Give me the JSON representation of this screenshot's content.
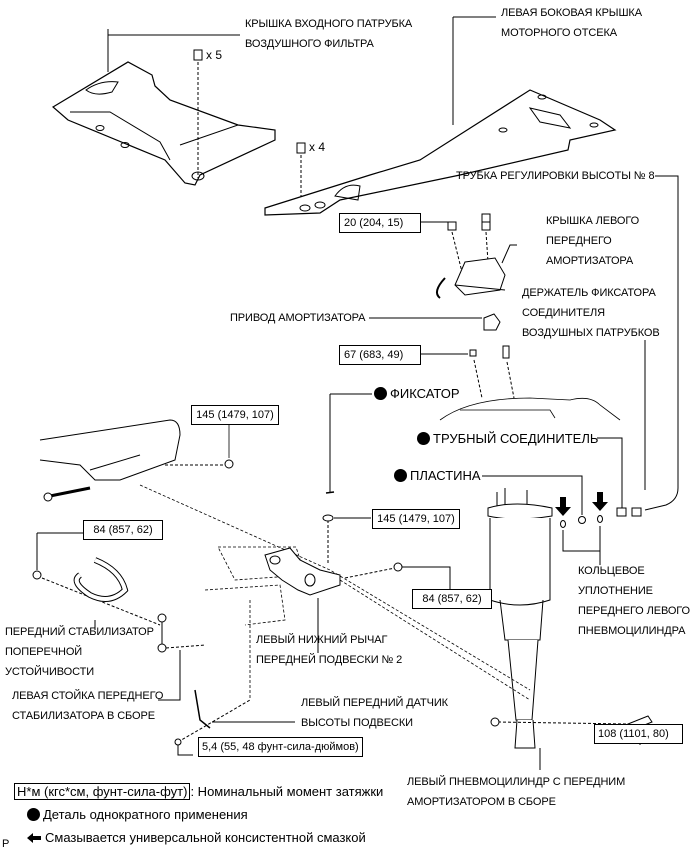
{
  "diagram": {
    "labels": {
      "air_filter_inlet_cover": [
        "КРЫШКА ВХОДНОГО ПАТРУБКА",
        "ВОЗДУШНОГО ФИЛЬТРА"
      ],
      "engine_room_side_cover_lh": [
        "ЛЕВАЯ БОКОВАЯ КРЫШКА",
        "МОТОРНОГО ОТСЕКА"
      ],
      "height_control_tube_no8": [
        "ТРУБКА РЕГУЛИРОВКИ ВЫСОТЫ № 8"
      ],
      "front_shock_cover_lh": [
        "КРЫШКА ЛЕВОГО",
        "ПЕРЕДНЕГО",
        "АМОРТИЗАТОРА"
      ],
      "shock_actuator": [
        "ПРИВОД АМОРТИЗАТОРА"
      ],
      "air_tube_connector_clip_holder": [
        "ДЕРЖАТЕЛЬ ФИКСАТОРА",
        "СОЕДИНИТЕЛЯ",
        "ВОЗДУШНЫХ ПАТРУБКОВ"
      ],
      "front_stabilizer_bar": [
        "ПЕРЕДНИЙ СТАБИЛИЗАТОР",
        "ПОПЕРЕЧНОЙ",
        "УСТОЙЧИВОСТИ"
      ],
      "stabilizer_link_lh": [
        "ЛЕВАЯ СТОЙКА ПЕРЕДНЕГО",
        "СТАБИЛИЗАТОРА В СБОРЕ"
      ],
      "lower_arm_no2_lh": [
        "ЛЕВЫЙ НИЖНИЙ РЫЧАГ",
        "ПЕРЕДНЕЙ ПОДВЕСКИ № 2"
      ],
      "height_sensor_lh": [
        "ЛЕВЫЙ ПЕРЕДНИЙ ДАТЧИК",
        "ВЫСОТЫ ПОДВЕСКИ"
      ],
      "o_ring": [
        "КОЛЬЦЕВОЕ",
        "УПЛОТНЕНИЕ",
        "ПЕРЕДНЕГО ЛЕВОГО",
        "ПНЕВМОЦИЛИНДРА"
      ],
      "air_cylinder_assembly_lh": [
        "ЛЕВЫЙ ПНЕВМОЦИЛИНДР С ПЕРЕДНИМ",
        "АМОРТИЗАТОРОМ В СБОРЕ"
      ]
    },
    "non_reusable_parts": {
      "clip": "ФИКСАТОР",
      "tube_joint": "ТРУБНЫЙ СОЕДИНИТЕЛЬ",
      "plate": "ПЛАСТИНА"
    },
    "quantities": {
      "clip_x5": "x 5",
      "clip_x4": "x 4"
    },
    "torque_specs": {
      "shock_cover_nut": "20 (204, 15)",
      "upper_support_nut": "67 (683, 49)",
      "crossmember_nut": "145 (1479, 107)",
      "arm_nut": "145 (1479, 107)",
      "stabilizer_nut_left": "84 (857, 62)",
      "stabilizer_nut_right": "84 (857, 62)",
      "lower_bolt": "108 (1101, 80)",
      "sensor_bolt": "5,4 (55, 48 фунт-сила-дюймов)"
    },
    "legend": {
      "torque_unit": "Н*м (кгс*см, фунт-сила-фут)",
      "torque_desc": ": Номинальный момент затяжки",
      "non_reusable": "Деталь однократного применения",
      "grease": "Смазывается универсальной консистентной смазкой"
    },
    "corner_mark": "P"
  }
}
